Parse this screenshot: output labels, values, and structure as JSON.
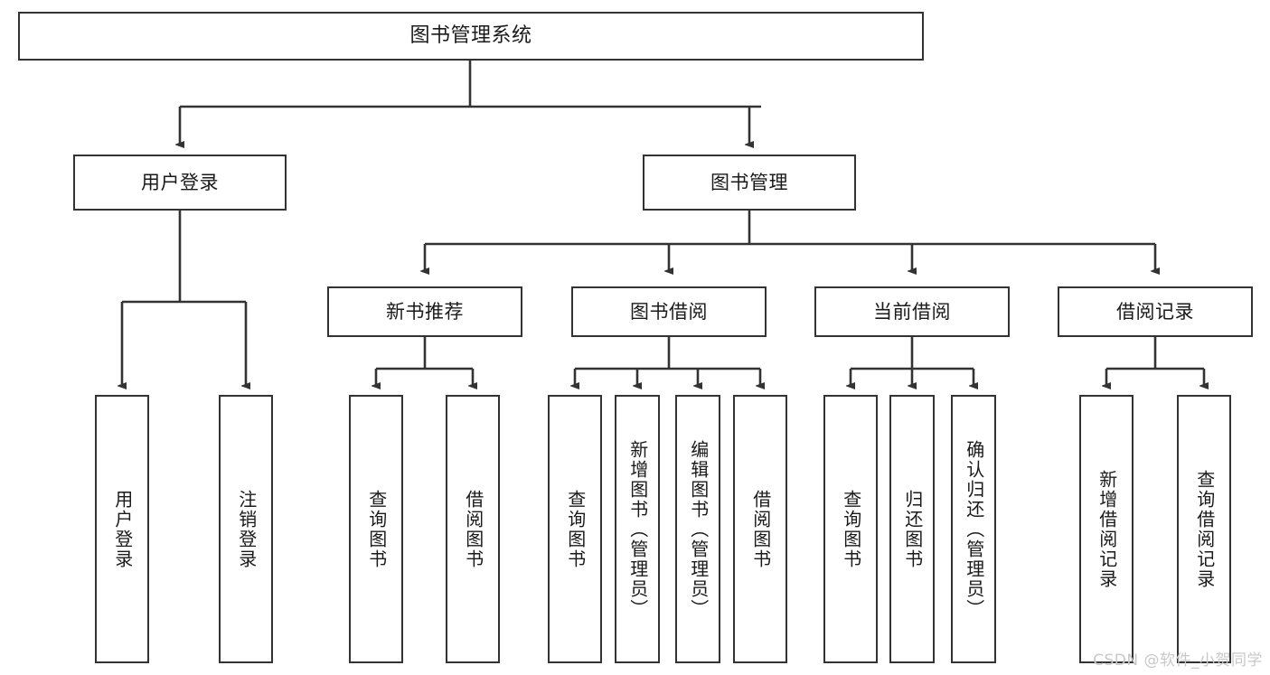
{
  "diagram": {
    "title": "图书管理系统",
    "type": "tree-hierarchy-chart",
    "colors": {
      "box_border": "#333333",
      "box_fill": "#ffffff",
      "edge": "#333333",
      "text": "#1a1a1a",
      "watermark": "#c8c8c8",
      "background": "#ffffff"
    },
    "root": {
      "label": "图书管理系统"
    },
    "level1": [
      {
        "label": "用户登录"
      },
      {
        "label": "图书管理"
      }
    ],
    "level2": [
      {
        "label": "新书推荐"
      },
      {
        "label": "图书借阅"
      },
      {
        "label": "当前借阅"
      },
      {
        "label": "借阅记录"
      }
    ],
    "leaves": {
      "user_login": [
        {
          "label": "用户登录"
        },
        {
          "label": "注销登录"
        }
      ],
      "new_book_recommend": [
        {
          "label": "查询图书"
        },
        {
          "label": "借阅图书"
        }
      ],
      "book_borrow": [
        {
          "label": "查询图书"
        },
        {
          "label": "新增图书（管理员）"
        },
        {
          "label": "编辑图书（管理员）"
        },
        {
          "label": "借阅图书"
        }
      ],
      "current_borrow": [
        {
          "label": "查询图书"
        },
        {
          "label": "归还图书"
        },
        {
          "label": "确认归还（管理员）"
        }
      ],
      "borrow_record": [
        {
          "label": "新增借阅记录"
        },
        {
          "label": "查询借阅记录"
        }
      ]
    }
  },
  "watermark": {
    "text": "CSDN @软件_小贺同学"
  }
}
